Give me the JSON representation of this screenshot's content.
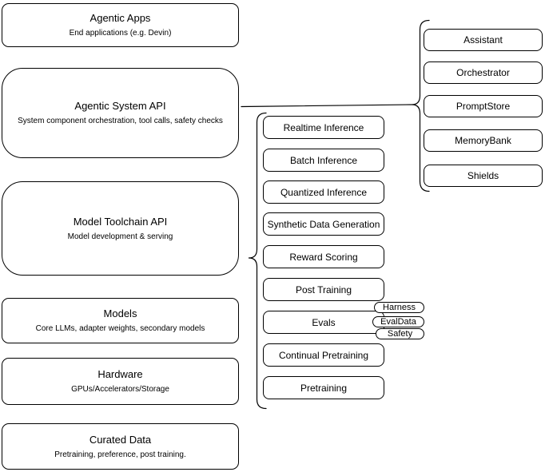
{
  "diagram": {
    "colors": {
      "stroke": "#000000",
      "fill": "#ffffff",
      "text": "#000000"
    },
    "left_column": [
      {
        "title": "Agentic Apps",
        "subtitle": "End applications (e.g. Devin)"
      },
      {
        "title": "Agentic System API",
        "subtitle": "System component orchestration, tool calls, safety checks"
      },
      {
        "title": "Model Toolchain API",
        "subtitle": "Model development & serving"
      },
      {
        "title": "Models",
        "subtitle": "Core LLMs, adapter weights, secondary models"
      },
      {
        "title": "Hardware",
        "subtitle": "GPUs/Accelerators/Storage"
      },
      {
        "title": "Curated Data",
        "subtitle": "Pretraining, preference, post training."
      }
    ],
    "toolchain_items": [
      "Realtime Inference",
      "Batch Inference",
      "Quantized Inference",
      "Synthetic Data Generation",
      "Reward Scoring",
      "Post Training",
      "Evals",
      "Continual Pretraining",
      "Pretraining"
    ],
    "eval_tags": [
      "Harness",
      "EvalData",
      "Safety"
    ],
    "system_components": [
      "Assistant",
      "Orchestrator",
      "PromptStore",
      "MemoryBank",
      "Shields"
    ]
  }
}
